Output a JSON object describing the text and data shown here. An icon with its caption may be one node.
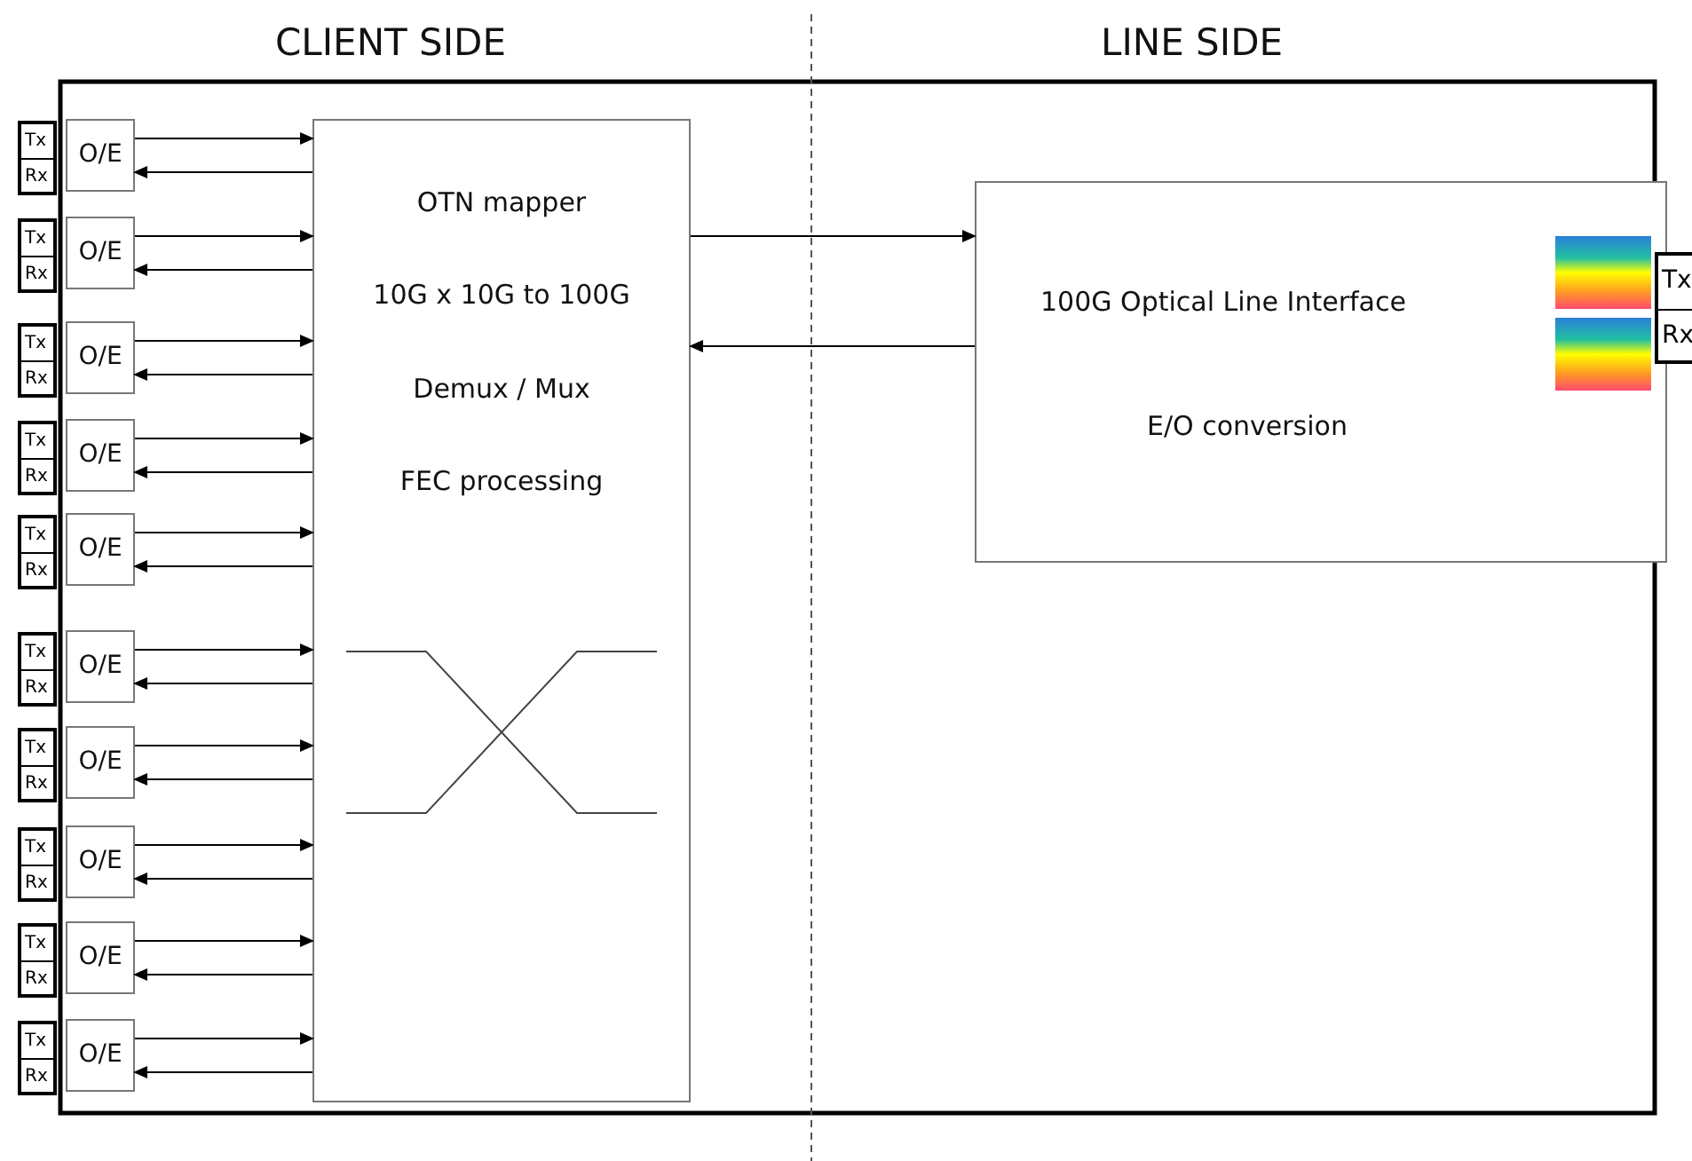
{
  "diagram": {
    "nodes": [
      {
        "text": [
          "Tx",
          "Rx"
        ]
      },
      {
        "text": [
          "O/E"
        ]
      },
      {
        "text": [
          "Tx",
          "Rx"
        ]
      },
      {
        "text": [
          "O/E"
        ]
      },
      {
        "text": [
          "Tx",
          "Rx"
        ]
      },
      {
        "text": [
          "O/E"
        ]
      },
      {
        "text": [
          "Tx",
          "Rx"
        ]
      },
      {
        "text": [
          "O/E"
        ]
      },
      {
        "text": [
          "Tx",
          "Rx"
        ]
      },
      {
        "text": [
          "O/E"
        ]
      },
      {
        "text": [
          "Tx",
          "Rx"
        ]
      },
      {
        "text": [
          "O/E"
        ]
      },
      {
        "text": [
          "Tx",
          "Rx"
        ]
      },
      {
        "text": [
          "O/E"
        ]
      },
      {
        "text": [
          "Tx",
          "Rx"
        ]
      },
      {
        "text": [
          "O/E"
        ]
      },
      {
        "text": [
          "Tx",
          "Rx"
        ]
      },
      {
        "text": [
          "O/E"
        ]
      },
      {
        "text": [
          "Tx",
          "Rx"
        ]
      },
      {
        "text": [
          "O/E"
        ]
      },
      {
        "text": [
          "OTN mapper",
          "10G x 10G to 100G",
          "Demux / Mux",
          "FEC processing"
        ]
      },
      {
        "text": [
          "100G Optical Line Interface",
          "E/O conversion"
        ]
      },
      {
        "text": [
          "Tx",
          "Rx"
        ]
      }
    ],
    "edges": [
      {
        "from": 1,
        "to": 20,
        "arrow": "to"
      },
      {
        "from": 20,
        "to": 1,
        "arrow": "to"
      },
      {
        "from": 3,
        "to": 20,
        "arrow": "to"
      },
      {
        "from": 20,
        "to": 3,
        "arrow": "to"
      },
      {
        "from": 5,
        "to": 20,
        "arrow": "to"
      },
      {
        "from": 20,
        "to": 5,
        "arrow": "to"
      },
      {
        "from": 7,
        "to": 20,
        "arrow": "to"
      },
      {
        "from": 20,
        "to": 7,
        "arrow": "to"
      },
      {
        "from": 9,
        "to": 20,
        "arrow": "to"
      },
      {
        "from": 20,
        "to": 9,
        "arrow": "to"
      },
      {
        "from": 11,
        "to": 20,
        "arrow": "to"
      },
      {
        "from": 20,
        "to": 11,
        "arrow": "to"
      },
      {
        "from": 13,
        "to": 20,
        "arrow": "to"
      },
      {
        "from": 20,
        "to": 13,
        "arrow": "to"
      },
      {
        "from": 15,
        "to": 20,
        "arrow": "to"
      },
      {
        "from": 20,
        "to": 15,
        "arrow": "to"
      },
      {
        "from": 17,
        "to": 20,
        "arrow": "to"
      },
      {
        "from": 20,
        "to": 17,
        "arrow": "to"
      },
      {
        "from": 19,
        "to": 20,
        "arrow": "to"
      },
      {
        "from": 20,
        "to": 19,
        "arrow": "to"
      },
      {
        "from": 20,
        "to": 21,
        "arrow": "to"
      },
      {
        "from": 21,
        "to": 20,
        "arrow": "to"
      }
    ],
    "labels": [
      "CLIENT SIDE",
      "LINE SIDE"
    ]
  }
}
